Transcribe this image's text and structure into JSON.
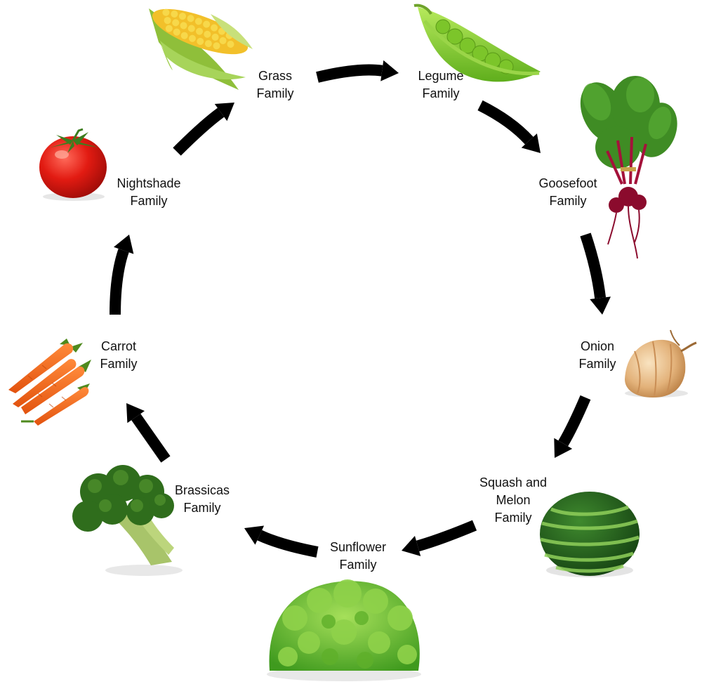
{
  "diagram": {
    "families": [
      {
        "id": "grass",
        "lines": [
          "Grass",
          "Family"
        ],
        "icon": "corn-icon"
      },
      {
        "id": "legume",
        "lines": [
          "Legume",
          "Family"
        ],
        "icon": "pea-pod-icon"
      },
      {
        "id": "goosefoot",
        "lines": [
          "Goosefoot",
          "Family"
        ],
        "icon": "beet-icon"
      },
      {
        "id": "onion",
        "lines": [
          "Onion",
          "Family"
        ],
        "icon": "onion-icon"
      },
      {
        "id": "squash",
        "lines": [
          "Squash and",
          "Melon",
          "Family"
        ],
        "icon": "watermelon-icon"
      },
      {
        "id": "sunflower",
        "lines": [
          "Sunflower",
          "Family"
        ],
        "icon": "lettuce-icon"
      },
      {
        "id": "brassicas",
        "lines": [
          "Brassicas",
          "Family"
        ],
        "icon": "broccoli-icon"
      },
      {
        "id": "carrot",
        "lines": [
          "Carrot",
          "Family"
        ],
        "icon": "carrot-icon"
      },
      {
        "id": "nightshade",
        "lines": [
          "Nightshade",
          "Family"
        ],
        "icon": "tomato-icon"
      }
    ],
    "colors": {
      "arrow": "#000000",
      "text": "#111111"
    }
  }
}
